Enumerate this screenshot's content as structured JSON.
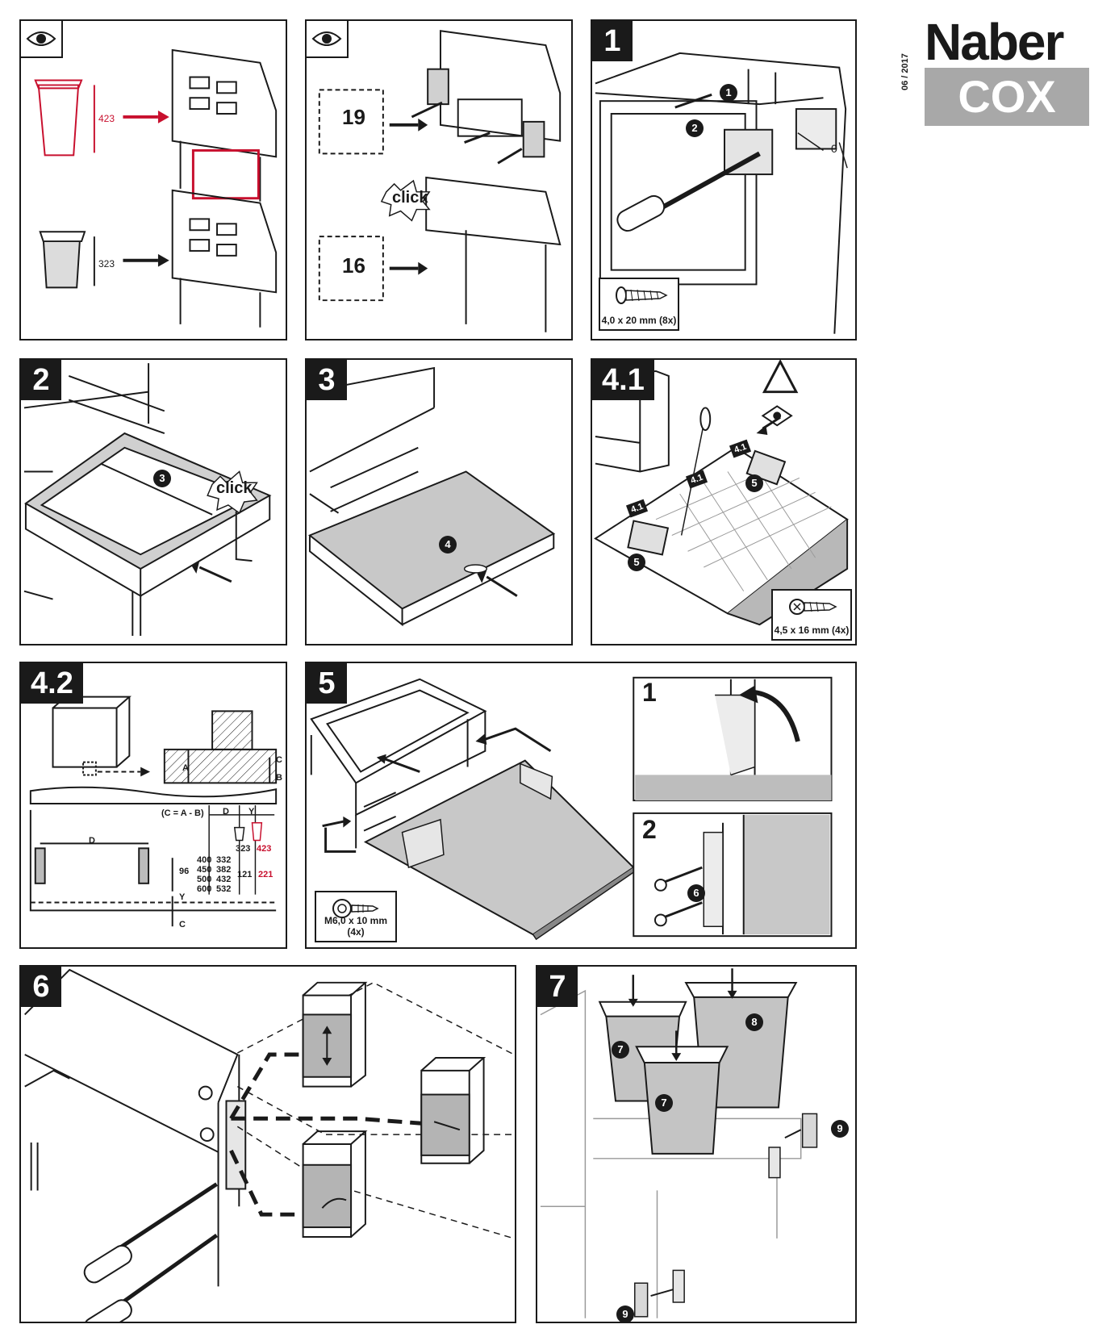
{
  "header": {
    "brand": "Naber",
    "model": "COX",
    "date": "06 / 2017"
  },
  "panel_eye_a": {
    "dim_large": "423",
    "dim_small": "323"
  },
  "panel_eye_b": {
    "label_19": "19",
    "label_16": "16",
    "click_text": "click"
  },
  "step1": {
    "number": "1",
    "badge_1": "1",
    "badge_2": "2",
    "gap_label": "0",
    "screw_label": "4,0 x 20 mm (8x)"
  },
  "step2": {
    "number": "2",
    "badge_3": "3",
    "click_text": "click"
  },
  "step3": {
    "number": "3",
    "badge_4": "4"
  },
  "step41": {
    "number": "4.1",
    "badge_5a": "5",
    "badge_5b": "5",
    "tag_a": "4.1",
    "tag_b": "4.1",
    "tag_c": "4.1",
    "screw_label": "4,5 x 16 mm (4x)"
  },
  "step42": {
    "number": "4.2",
    "label_a": "A",
    "label_b": "B",
    "label_c": "C",
    "formula": "(C = A - B)",
    "label_d": "D",
    "label_y": "Y",
    "dim_96": "96",
    "table": {
      "head_d": "D",
      "head_y": "Y",
      "col_small": "323",
      "col_large": "423",
      "rows_left": [
        "400",
        "450",
        "500",
        "600"
      ],
      "rows_d": [
        "332",
        "382",
        "432",
        "532"
      ],
      "y_small": "121",
      "y_large": "221"
    }
  },
  "step5": {
    "number": "5",
    "sub1": "1",
    "sub2": "2",
    "badge_6": "6",
    "screw_label": "M6,0 x 10 mm (4x)"
  },
  "step6": {
    "number": "6"
  },
  "step7": {
    "number": "7",
    "badge_7a": "7",
    "badge_7b": "7",
    "badge_8": "8",
    "badge_9a": "9",
    "badge_9b": "9"
  }
}
